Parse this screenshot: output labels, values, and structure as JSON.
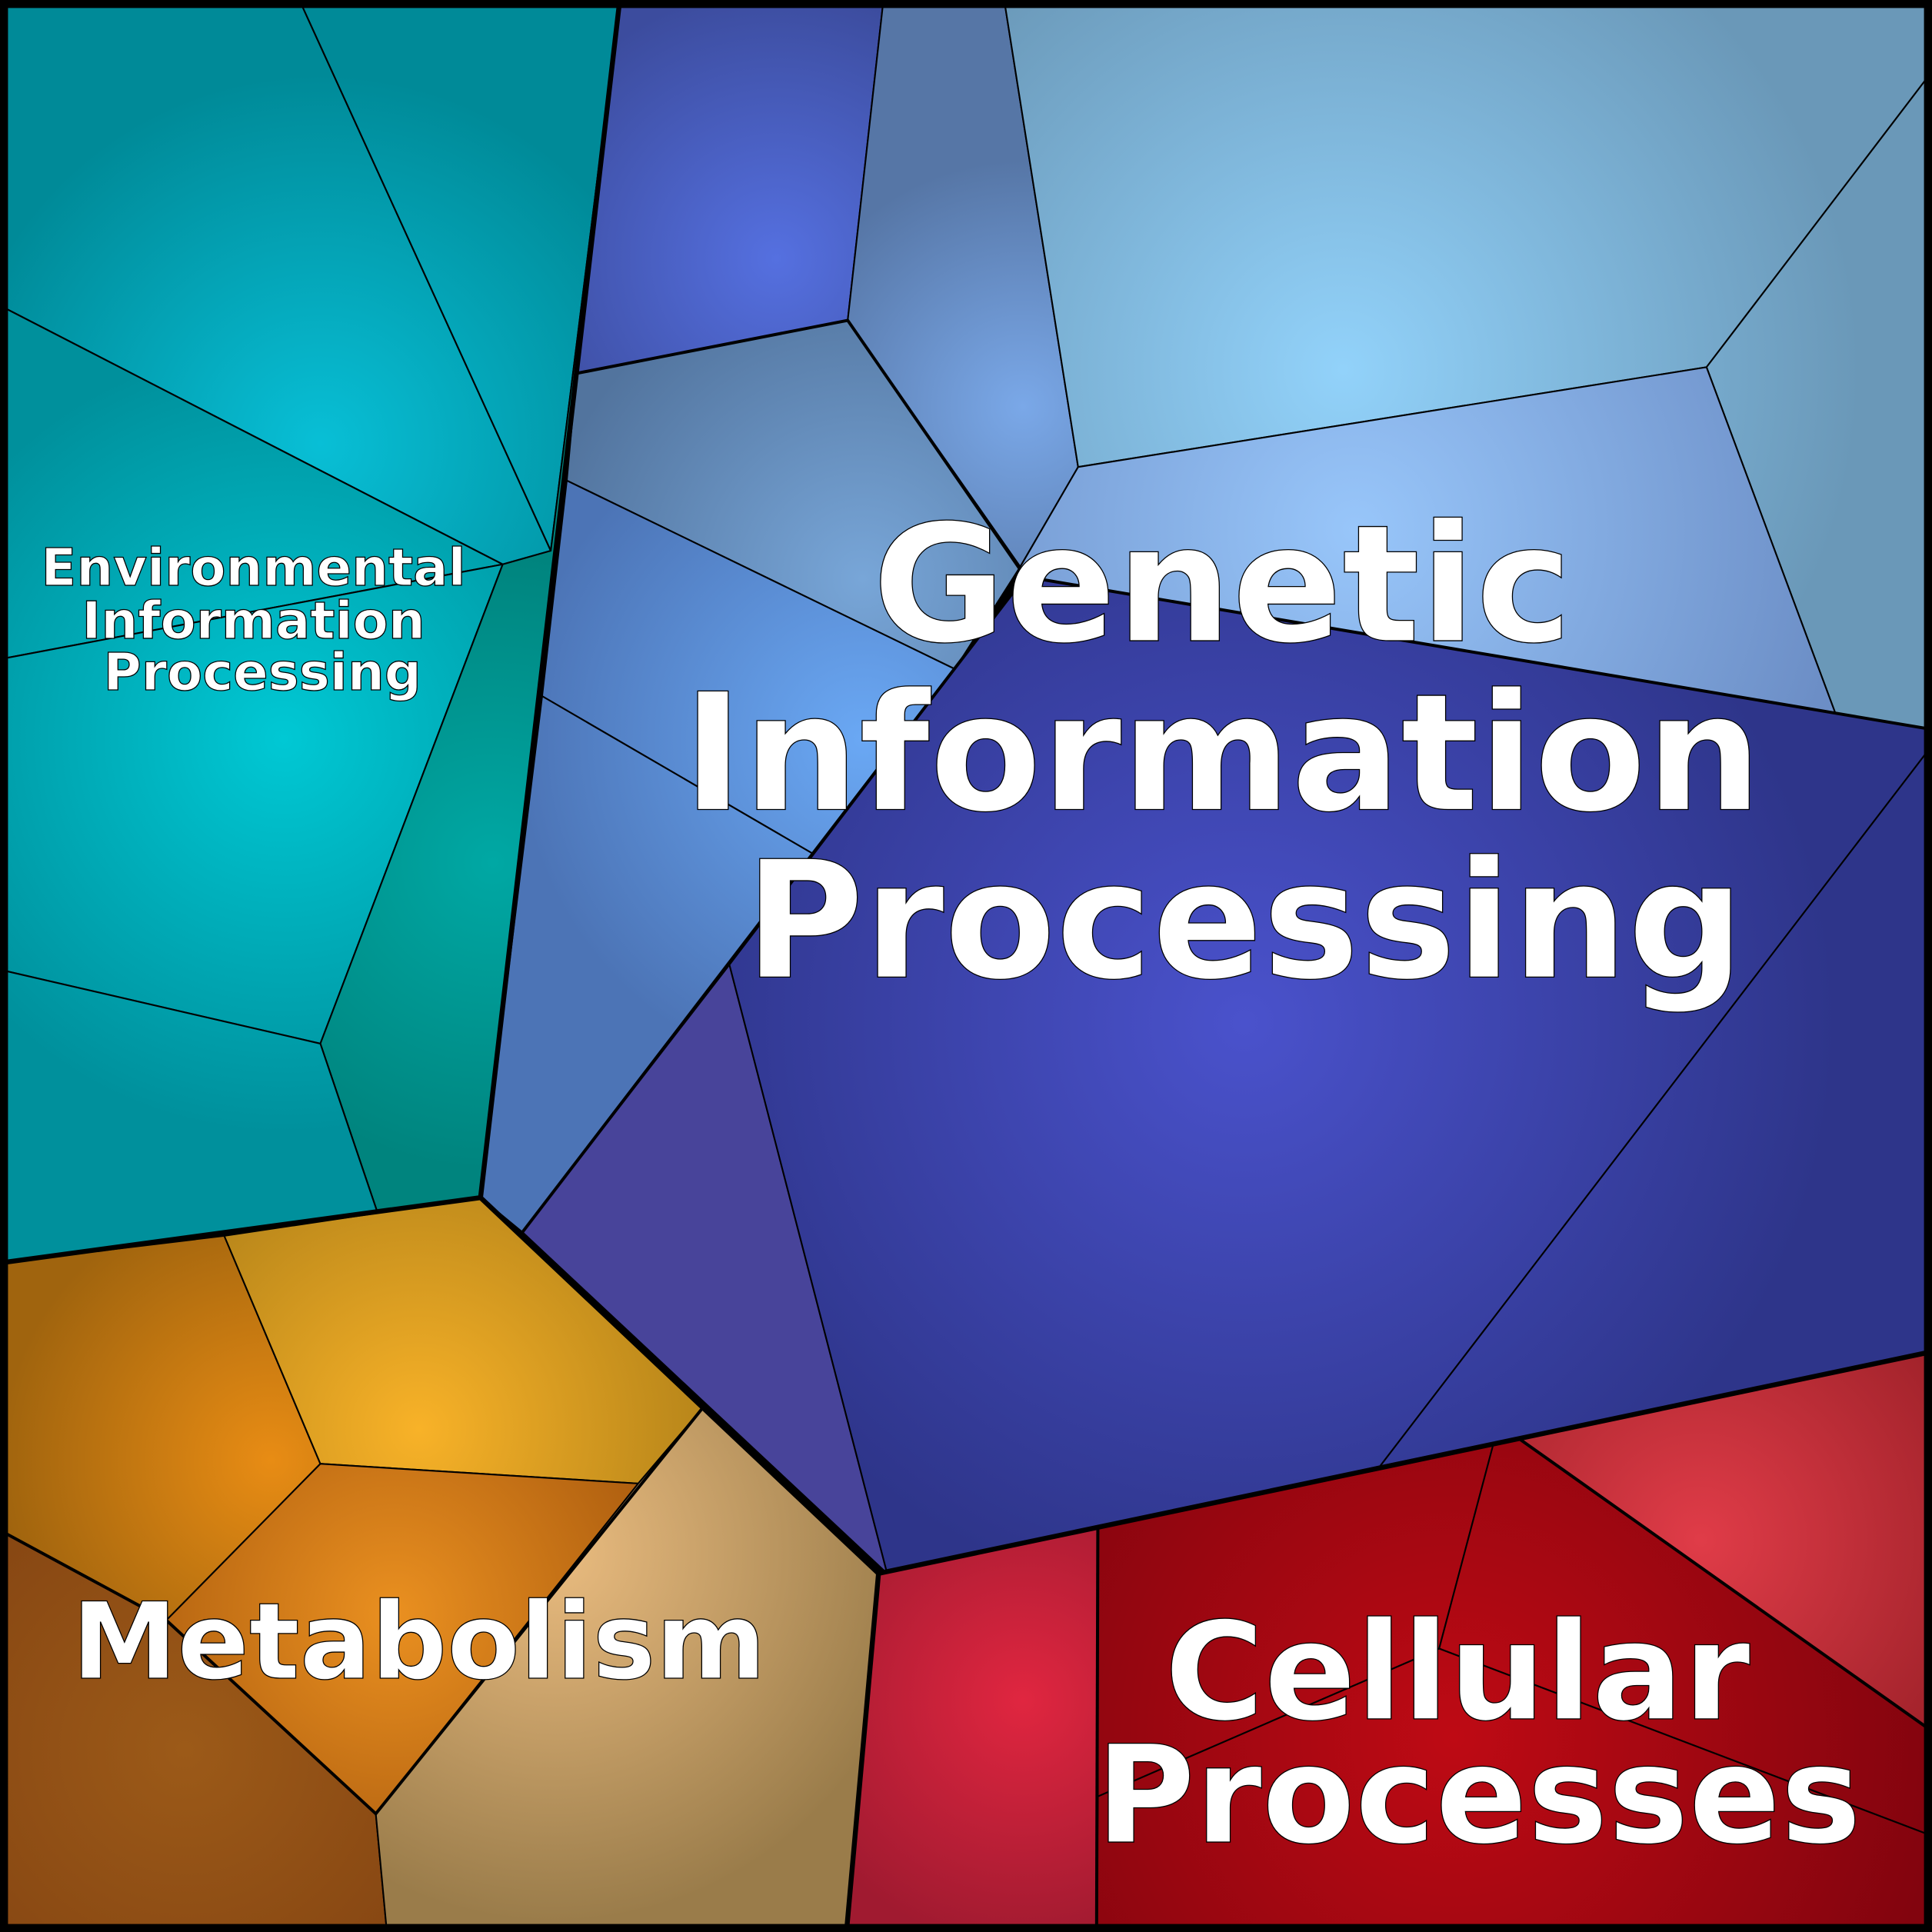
{
  "diagram": {
    "type": "voronoi-treemap",
    "categories": [
      {
        "id": "env",
        "label_lines": [
          "Environmental",
          "Information",
          "Processing"
        ],
        "color": "#00a3ad"
      },
      {
        "id": "gen",
        "label_lines": [
          "Genetic",
          "Information",
          "Processing"
        ],
        "color": "#3a45a8"
      },
      {
        "id": "met",
        "label_lines": [
          "Metabolism"
        ],
        "color": "#d89a20"
      },
      {
        "id": "cel",
        "label_lines": [
          "Cellular",
          "Processes"
        ],
        "color": "#9a0a14"
      }
    ]
  }
}
